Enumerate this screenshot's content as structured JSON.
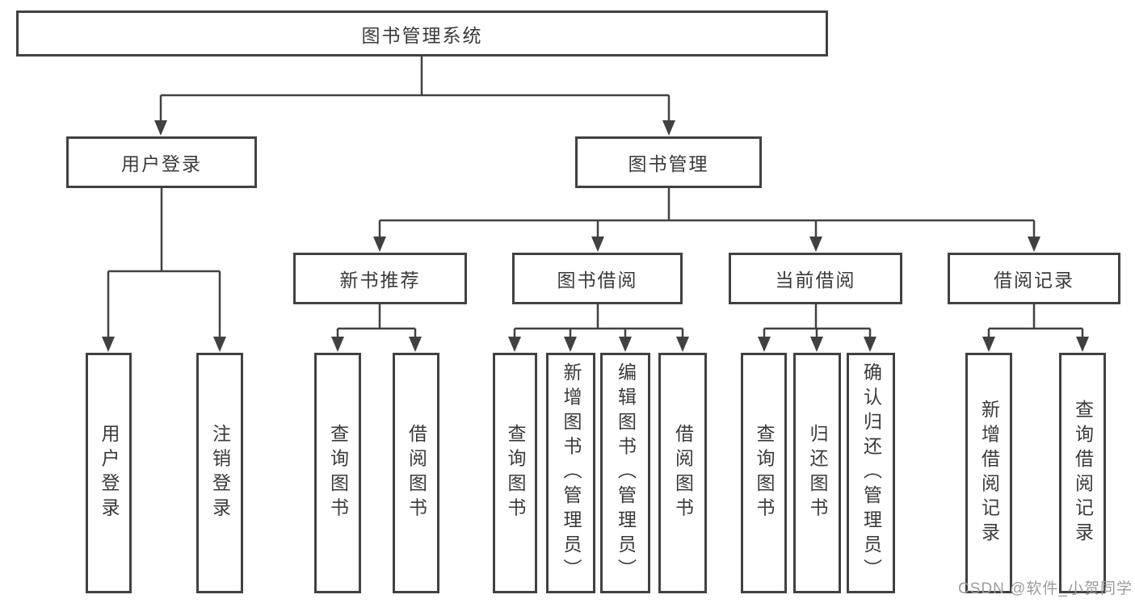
{
  "diagram": {
    "type": "org-tree",
    "title": "图书管理系统",
    "colors": {
      "line": "#414141",
      "box_border": "#414141",
      "text": "#3a3a3a",
      "background": "#ffffff",
      "watermark": "#9c9c9c"
    },
    "root": {
      "label": "图书管理系统",
      "children": [
        {
          "label": "用户登录",
          "children": [
            {
              "label": "用户登录"
            },
            {
              "label": "注销登录"
            }
          ]
        },
        {
          "label": "图书管理",
          "children": [
            {
              "label": "新书推荐",
              "children": [
                {
                  "label": "查询图书"
                },
                {
                  "label": "借阅图书"
                }
              ]
            },
            {
              "label": "图书借阅",
              "children": [
                {
                  "label": "查询图书"
                },
                {
                  "label": "新增图书（管理员）"
                },
                {
                  "label": "编辑图书（管理员）"
                },
                {
                  "label": "借阅图书"
                }
              ]
            },
            {
              "label": "当前借阅",
              "children": [
                {
                  "label": "查询图书"
                },
                {
                  "label": "归还图书"
                },
                {
                  "label": "确认归还（管理员）"
                }
              ]
            },
            {
              "label": "借阅记录",
              "children": [
                {
                  "label": "新增借阅记录"
                },
                {
                  "label": "查询借阅记录"
                }
              ]
            }
          ]
        }
      ]
    },
    "watermark": "CSDN @软件_小贺同学"
  }
}
